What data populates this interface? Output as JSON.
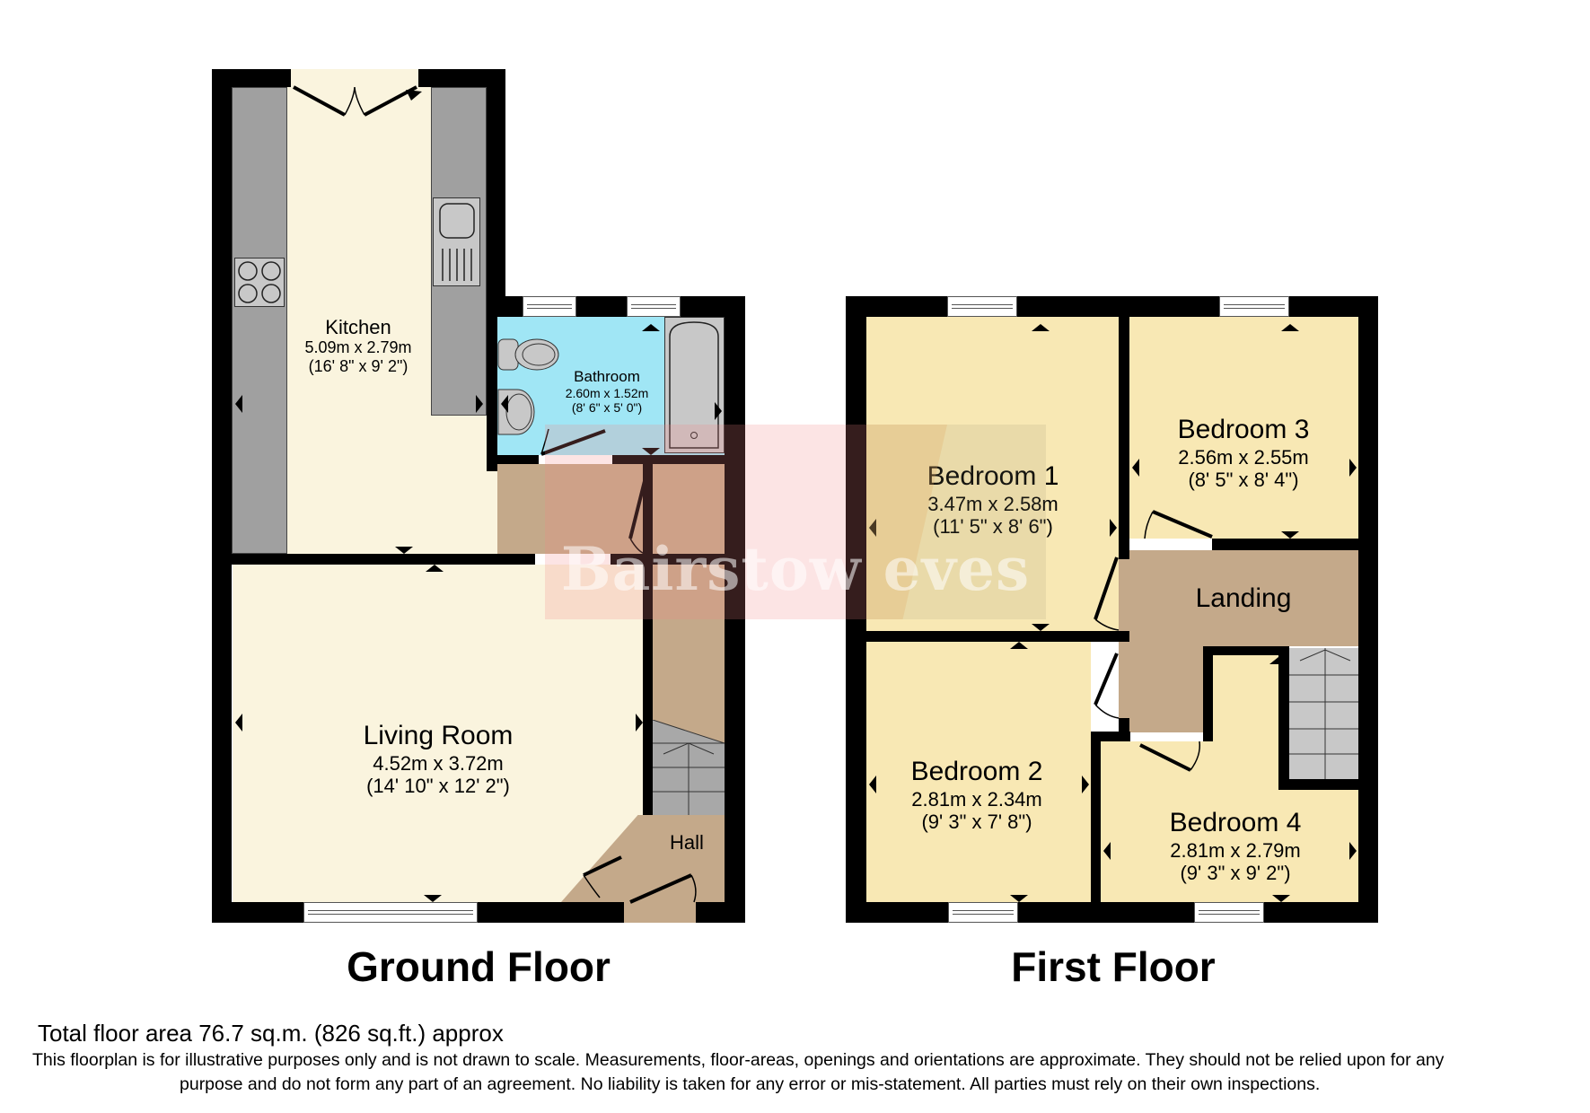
{
  "brand_watermark": "Bairstow eves",
  "colors": {
    "wall": "#000000",
    "kitchen_living_floor": "#FAF4DE",
    "bathroom_floor": "#A0E6F5",
    "hall_landing_floor": "#C4A98A",
    "bedroom_floor": "#F8E8B4",
    "counter": "#A0A0A0",
    "appliance": "#C8C8C8",
    "watermark_red": "#F4B8B8"
  },
  "ground_floor": {
    "title": "Ground Floor",
    "rooms": {
      "kitchen": {
        "name": "Kitchen",
        "metric": "5.09m x 2.79m",
        "imperial": "(16' 8\" x 9' 2\")"
      },
      "bathroom": {
        "name": "Bathroom",
        "metric": "2.60m x 1.52m",
        "imperial": "(8' 6\" x 5' 0\")"
      },
      "living_room": {
        "name": "Living Room",
        "metric": "4.52m x 3.72m",
        "imperial": "(14' 10\" x 12' 2\")"
      },
      "hall": {
        "name": "Hall"
      }
    }
  },
  "first_floor": {
    "title": "First Floor",
    "rooms": {
      "bedroom1": {
        "name": "Bedroom 1",
        "metric": "3.47m x 2.58m",
        "imperial": "(11' 5\" x 8' 6\")"
      },
      "bedroom2": {
        "name": "Bedroom 2",
        "metric": "2.81m x 2.34m",
        "imperial": "(9' 3\" x 7' 8\")"
      },
      "bedroom3": {
        "name": "Bedroom 3",
        "metric": "2.56m x 2.55m",
        "imperial": "(8' 5\" x 8' 4\")"
      },
      "bedroom4": {
        "name": "Bedroom 4",
        "metric": "2.81m x 2.79m",
        "imperial": "(9' 3\" x 9' 2\")"
      },
      "landing": {
        "name": "Landing"
      }
    }
  },
  "footer": {
    "total_area": "Total floor area 76.7 sq.m. (826 sq.ft.) approx",
    "disclaimer_line1": "This floorplan is for illustrative purposes only and is not drawn to scale. Measurements, floor-areas, openings and orientations are approximate. They should not be relied upon for any",
    "disclaimer_line2": "purpose and do not form any part of an agreement. No liability is taken for any error or mis-statement. All parties must rely on their own inspections."
  }
}
